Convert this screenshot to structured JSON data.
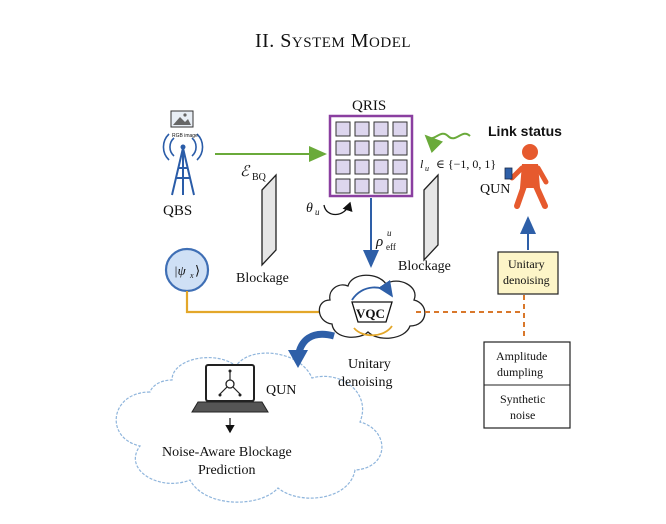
{
  "section": {
    "numeral": "II.",
    "title_first": "S",
    "title_rest1": "YSTEM",
    "title_m": "M",
    "title_rest2": "ODEL"
  },
  "labels": {
    "qris": "QRIS",
    "qbs": "QBS",
    "rgb_image": "RGB image",
    "link_status": "Link status",
    "state_set": "∈ {−1, 0, 1}",
    "lu_sym": "l",
    "lu_sub": "u",
    "qun_right": "QUN",
    "qun_laptop": "QUN",
    "e_bq_main": "ℰ",
    "e_bq_sub": "BQ",
    "theta_main": "θ",
    "theta_sub": "u",
    "rho_main": "ρ",
    "rho_sup": "u",
    "rho_sub": "eff",
    "blockage_left": "Blockage",
    "blockage_right": "Blockage",
    "psi": "|ψ",
    "psi_sub": "x",
    "psi_end": "⟩",
    "vqc": "VQC",
    "unitary_denoising_1": "Unitary",
    "unitary_denoising_2": "denoising",
    "box_unitary_1": "Unitary",
    "box_unitary_2": "denoising",
    "amp_1": "Amplitude",
    "amp_2": "dumpling",
    "syn_1": "Synthetic",
    "syn_2": "noise",
    "prediction_1": "Noise-Aware Blockage",
    "prediction_2": "Prediction"
  },
  "colors": {
    "green_arrow": "#6aaa3a",
    "blue_arrow": "#2e5fa8",
    "orange_line": "#e3a72a",
    "orange_dashed": "#d9782b",
    "ris_border": "#8a3fa0",
    "ris_cell": "#ddd6ee",
    "psi_fill": "#cfe0f5",
    "psi_stroke": "#3f6fb5",
    "yellow_box": "#fdf5c8",
    "person": "#e65a2e",
    "cloud_stroke": "#8fb5dc"
  },
  "icons": [
    "tower-icon",
    "image-icon",
    "person-icon",
    "laptop-icon",
    "network-node-icon",
    "cloud-icon"
  ]
}
